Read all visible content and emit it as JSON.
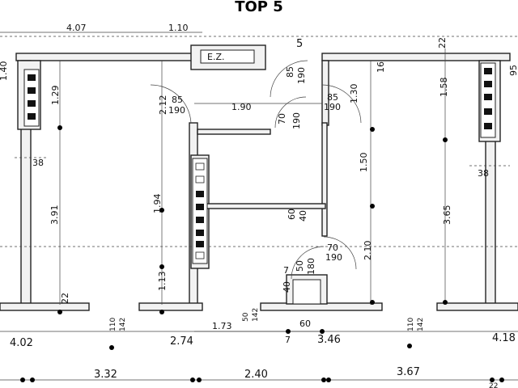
{
  "title": "TOP 5",
  "room_labels": {
    "stair": "E.Z.",
    "number": "5"
  },
  "dimensions": {
    "top_left_width": "4.07",
    "top_small": "1.10",
    "left_height_a": "1.29",
    "left_height_b": "3.91",
    "left_height_c": "1.40",
    "left_inset": "38",
    "left_bottom": "22",
    "door_a_width": "85",
    "door_a_height": "190",
    "door_b_width": "85",
    "door_b_height": "190",
    "door_c_width": "85",
    "door_c_height": "190",
    "door_d_width": "70",
    "door_d_height": "190",
    "door_e_width": "70",
    "door_e_height": "190",
    "door_f_width": "50",
    "door_f_height": "180",
    "corridor": "1.90",
    "hall_height_a": "2.12",
    "hall_height_b": "1.94",
    "hall_height_c": "1.13",
    "bath_height_a": "1.30",
    "bath_height_b": "1.50",
    "bath_height_c": "2.10",
    "bath_mark_a": "16",
    "window_a_w": "60",
    "window_a_h": "40",
    "small_40": "40",
    "small_7": "7",
    "right_height_a": "1.58",
    "right_height_b": "3.65",
    "right_inset": "38",
    "right_top": "22",
    "right_edge": "95",
    "sill_a_w": "110",
    "sill_a_h": "142",
    "sill_b_w": "110",
    "sill_b_h": "142",
    "sill_c_w": "50",
    "sill_c_h": "142",
    "seg_173": "1.73",
    "seg_60": "60",
    "seg_7": "7",
    "bottom_a": "4.02",
    "bottom_b": "2.74",
    "bottom_c": "3.46",
    "bottom_d": "4.18",
    "overall_a": "3.32",
    "overall_b": "2.40",
    "overall_c": "3.67",
    "overall_d": "22"
  }
}
